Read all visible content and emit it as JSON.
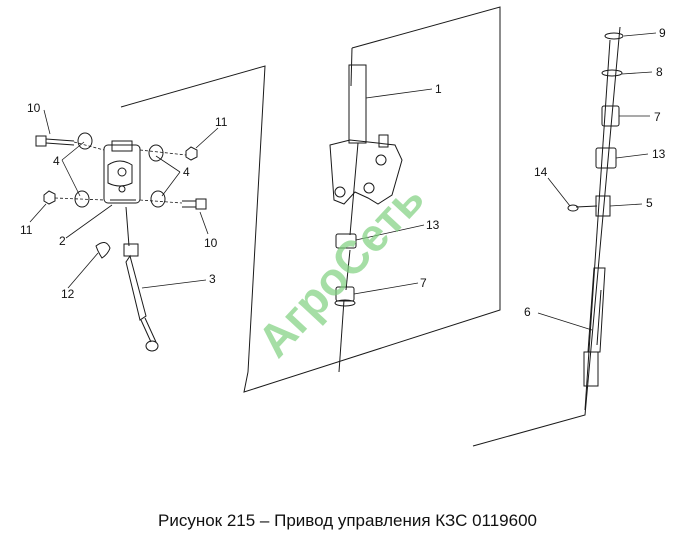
{
  "caption": "Рисунок 215 – Привод управления КЗС 0119600",
  "watermark": "АгроСеть",
  "callouts": {
    "c10a": "10",
    "c11a": "11",
    "c4a": "4",
    "c4b": "4",
    "c11b": "11",
    "c2": "2",
    "c10b": "10",
    "c12": "12",
    "c3": "3",
    "c1": "1",
    "c13a": "13",
    "c7a": "7",
    "c9": "9",
    "c8": "8",
    "c7b": "7",
    "c13b": "13",
    "c14": "14",
    "c5": "5",
    "c6": "6"
  },
  "colors": {
    "line": "#1a1a1a",
    "watermark": "#7fd17f"
  }
}
